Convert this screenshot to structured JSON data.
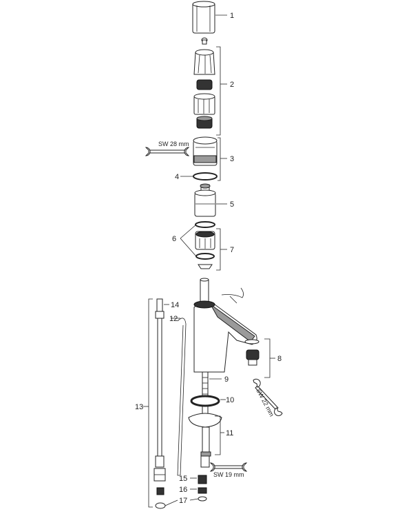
{
  "parts": [
    {
      "number": "1"
    },
    {
      "number": "2"
    },
    {
      "number": "3"
    },
    {
      "number": "4"
    },
    {
      "number": "5"
    },
    {
      "number": "6"
    },
    {
      "number": "7"
    },
    {
      "number": "8"
    },
    {
      "number": "9"
    },
    {
      "number": "10"
    },
    {
      "number": "11"
    },
    {
      "number": "12"
    },
    {
      "number": "13"
    },
    {
      "number": "14"
    },
    {
      "number": "15"
    },
    {
      "number": "16"
    },
    {
      "number": "17"
    }
  ],
  "tools": {
    "wrench_28": "SW 28 mm",
    "wrench_22": "SW 22 mm",
    "wrench_19": "SW 19 mm"
  }
}
